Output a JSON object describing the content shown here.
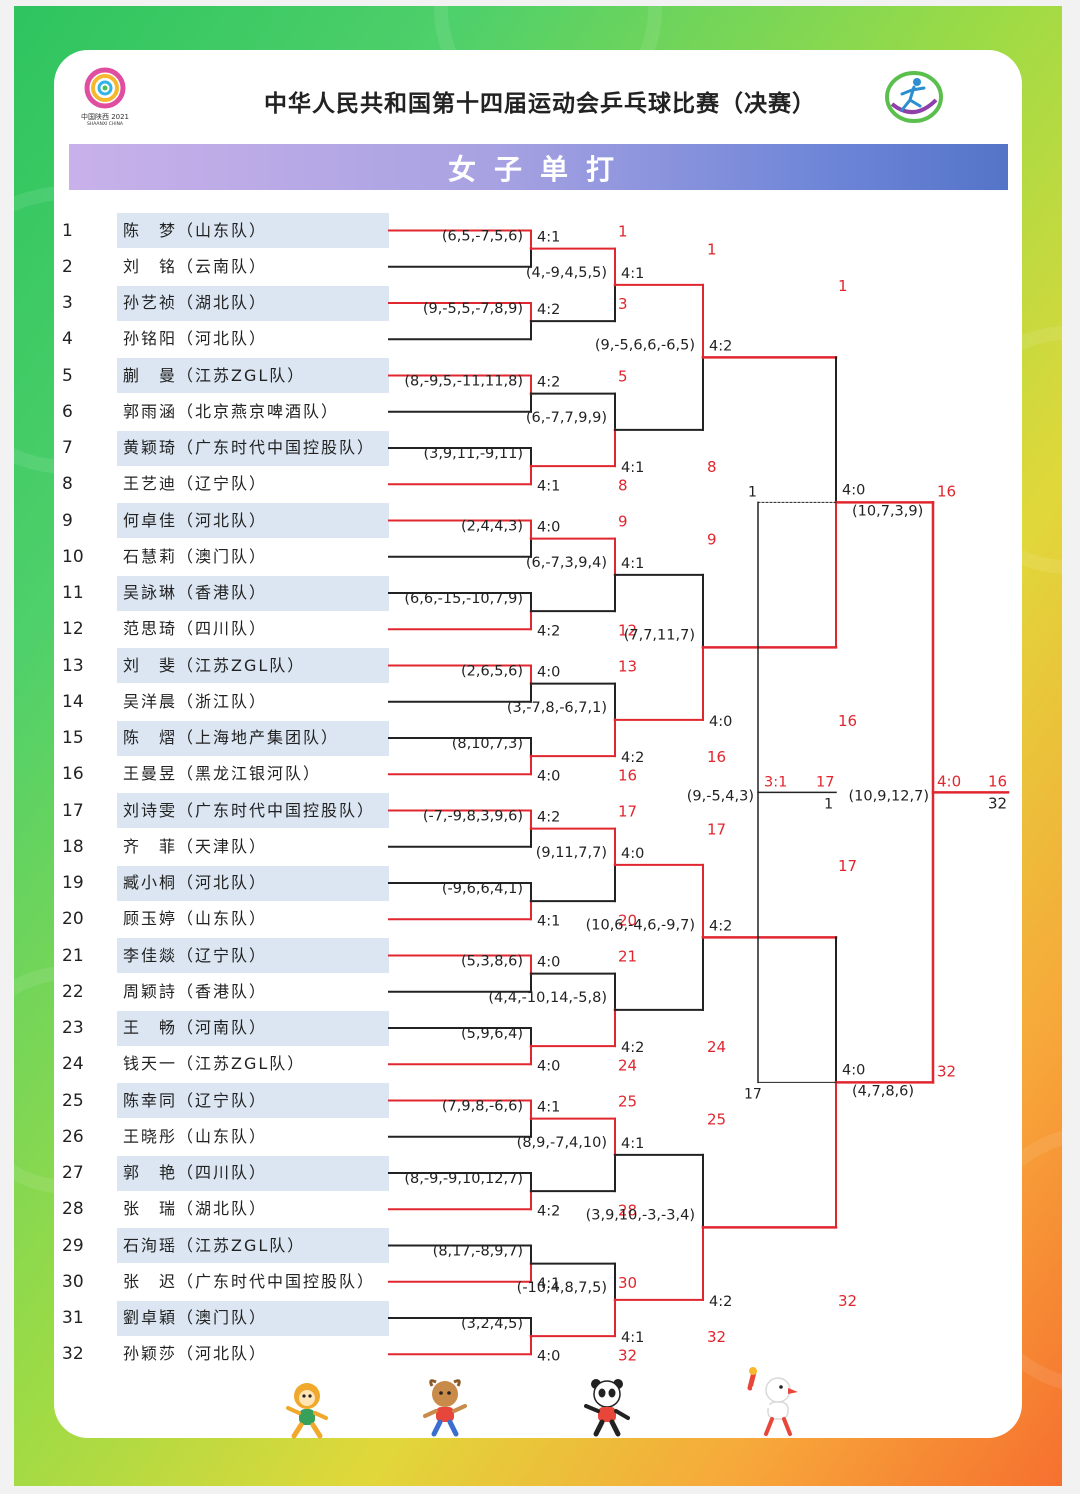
{
  "header": {
    "title": "中华人民共和国第十四届运动会乒乓球比赛（决赛）",
    "event_logo_text": "中国陕西 2021 SHAANXI CHINA",
    "sport_icon": "table-tennis-emblem-icon"
  },
  "banner": {
    "title": "女子单打"
  },
  "players": [
    {
      "num": "1",
      "name": "陈　梦（山东队）"
    },
    {
      "num": "2",
      "name": "刘　铭（云南队）"
    },
    {
      "num": "3",
      "name": "孙艺祯（湖北队）"
    },
    {
      "num": "4",
      "name": "孙铭阳（河北队）"
    },
    {
      "num": "5",
      "name": "蒯　曼（江苏ZGL队）"
    },
    {
      "num": "6",
      "name": "郭雨涵（北京燕京啤酒队）"
    },
    {
      "num": "7",
      "name": "黄颖琦（广东时代中国控股队）"
    },
    {
      "num": "8",
      "name": "王艺迪（辽宁队）"
    },
    {
      "num": "9",
      "name": "何卓佳（河北队）"
    },
    {
      "num": "10",
      "name": "石慧莉（澳门队）"
    },
    {
      "num": "11",
      "name": "吴詠琳（香港队）"
    },
    {
      "num": "12",
      "name": "范思琦（四川队）"
    },
    {
      "num": "13",
      "name": "刘　斐（江苏ZGL队）"
    },
    {
      "num": "14",
      "name": "吴洋晨（浙江队）"
    },
    {
      "num": "15",
      "name": "陈　熠（上海地产集团队）"
    },
    {
      "num": "16",
      "name": "王曼昱（黑龙江银河队）"
    },
    {
      "num": "17",
      "name": "刘诗雯（广东时代中国控股队）"
    },
    {
      "num": "18",
      "name": "齐　菲（天津队）"
    },
    {
      "num": "19",
      "name": "臧小桐（河北队）"
    },
    {
      "num": "20",
      "name": "顾玉婷（山东队）"
    },
    {
      "num": "21",
      "name": "李佳燚（辽宁队）"
    },
    {
      "num": "22",
      "name": "周颖詩（香港队）"
    },
    {
      "num": "23",
      "name": "王　畅（河南队）"
    },
    {
      "num": "24",
      "name": "钱天一（江苏ZGL队）"
    },
    {
      "num": "25",
      "name": "陈幸同（辽宁队）"
    },
    {
      "num": "26",
      "name": "王晓彤（山东队）"
    },
    {
      "num": "27",
      "name": "郭　艳（四川队）"
    },
    {
      "num": "28",
      "name": "张　瑞（湖北队）"
    },
    {
      "num": "29",
      "name": "石洵瑶（江苏ZGL队）"
    },
    {
      "num": "30",
      "name": "张　迟（广东时代中国控股队）"
    },
    {
      "num": "31",
      "name": "劉卓穎（澳门队）"
    },
    {
      "num": "32",
      "name": "孙颖莎（河北队）"
    }
  ],
  "bracket": {
    "round1": [
      {
        "games": "(6,5,-7,5,6)",
        "result": "4:1",
        "winner": "1",
        "top_wins": true
      },
      {
        "games": "(9,-5,5,-7,8,9)",
        "result": "4:2",
        "winner": "3",
        "top_wins": true
      },
      {
        "games": "(8,-9,5,-11,11,8)",
        "result": "4:2",
        "winner": "5",
        "top_wins": true
      },
      {
        "games": "(3,9,11,-9,11)",
        "result": "4:1",
        "winner": "8",
        "top_wins": false
      },
      {
        "games": "(2,4,4,3)",
        "result": "4:0",
        "winner": "9",
        "top_wins": true
      },
      {
        "games": "(6,6,-15,-10,7,9)",
        "result": "4:2",
        "winner": "12",
        "top_wins": false
      },
      {
        "games": "(2,6,5,6)",
        "result": "4:0",
        "winner": "13",
        "top_wins": true
      },
      {
        "games": "(8,10,7,3)",
        "result": "4:0",
        "winner": "16",
        "top_wins": false
      },
      {
        "games": "(-7,-9,8,3,9,6)",
        "result": "4:2",
        "winner": "17",
        "top_wins": true
      },
      {
        "games": "(-9,6,6,4,1)",
        "result": "4:1",
        "winner": "20",
        "top_wins": false
      },
      {
        "games": "(5,3,8,6)",
        "result": "4:0",
        "winner": "21",
        "top_wins": true
      },
      {
        "games": "(5,9,6,4)",
        "result": "4:0",
        "winner": "24",
        "top_wins": false
      },
      {
        "games": "(7,9,8,-6,6)",
        "result": "4:1",
        "winner": "25",
        "top_wins": true
      },
      {
        "games": "(8,-9,-9,10,12,7)",
        "result": "4:2",
        "winner": "28",
        "top_wins": false
      },
      {
        "games": "(8,17,-8,9,7)",
        "result": "4:1",
        "winner": "30",
        "top_wins": false
      },
      {
        "games": "(3,2,4,5)",
        "result": "4:0",
        "winner": "32",
        "top_wins": false
      }
    ],
    "round2": [
      {
        "games": "(4,-9,4,5,5)",
        "result": "4:1",
        "winner": "1",
        "top_wins": true
      },
      {
        "games": "(6,-7,7,9,9)",
        "result": "4:1",
        "winner": "8",
        "top_wins": false
      },
      {
        "games": "(6,-7,3,9,4)",
        "result": "4:1",
        "winner": "9",
        "top_wins": true
      },
      {
        "games": "(3,-7,8,-6,7,1)",
        "result": "4:2",
        "winner": "16",
        "top_wins": false
      },
      {
        "games": "(9,11,7,7)",
        "result": "4:0",
        "winner": "17",
        "top_wins": true
      },
      {
        "games": "(4,4,-10,14,-5,8)",
        "result": "4:2",
        "winner": "24",
        "top_wins": false
      },
      {
        "games": "(8,9,-7,4,10)",
        "result": "4:1",
        "winner": "25",
        "top_wins": true
      },
      {
        "games": "(-10,4,8,7,5)",
        "result": "4:1",
        "winner": "32",
        "top_wins": false
      }
    ],
    "round3": [
      {
        "games": "(9,-5,6,6,-6,5)",
        "result": "4:2",
        "winner": "1",
        "top_wins": true
      },
      {
        "games": "(7,7,11,7)",
        "result": "4:0",
        "winner": "16",
        "top_wins": false
      },
      {
        "games": "(10,6,-4,6,-9,7)",
        "result": "4:2",
        "winner": "17",
        "top_wins": true
      },
      {
        "games": "(3,9,10,-3,-3,4)",
        "result": "4:2",
        "winner": "32",
        "top_wins": false
      }
    ],
    "semifinals": [
      {
        "games": "(10,7,3,9)",
        "result": "4:0",
        "winner": "16"
      },
      {
        "games": "(4,7,8,6)",
        "result": "4:0",
        "winner": "32"
      }
    ],
    "bronze": {
      "games": "(9,-5,4,3)",
      "result": "3:1",
      "top": "1",
      "bottom": "17",
      "winner": "17",
      "loser": "1"
    },
    "final": {
      "games": "(10,9,12,7)",
      "result": "4:0",
      "winner": "16",
      "runner_up": "32"
    }
  },
  "mascots": [
    "golden-monkey-mascot-icon",
    "takin-mascot-icon",
    "panda-mascot-icon",
    "crested-ibis-mascot-icon"
  ],
  "colors": {
    "bracket_red": "#e0262e",
    "bracket_black": "#222222",
    "banner_start": "#c9b1ea",
    "banner_end": "#5474c8",
    "name_background": "#dbe6f2"
  }
}
